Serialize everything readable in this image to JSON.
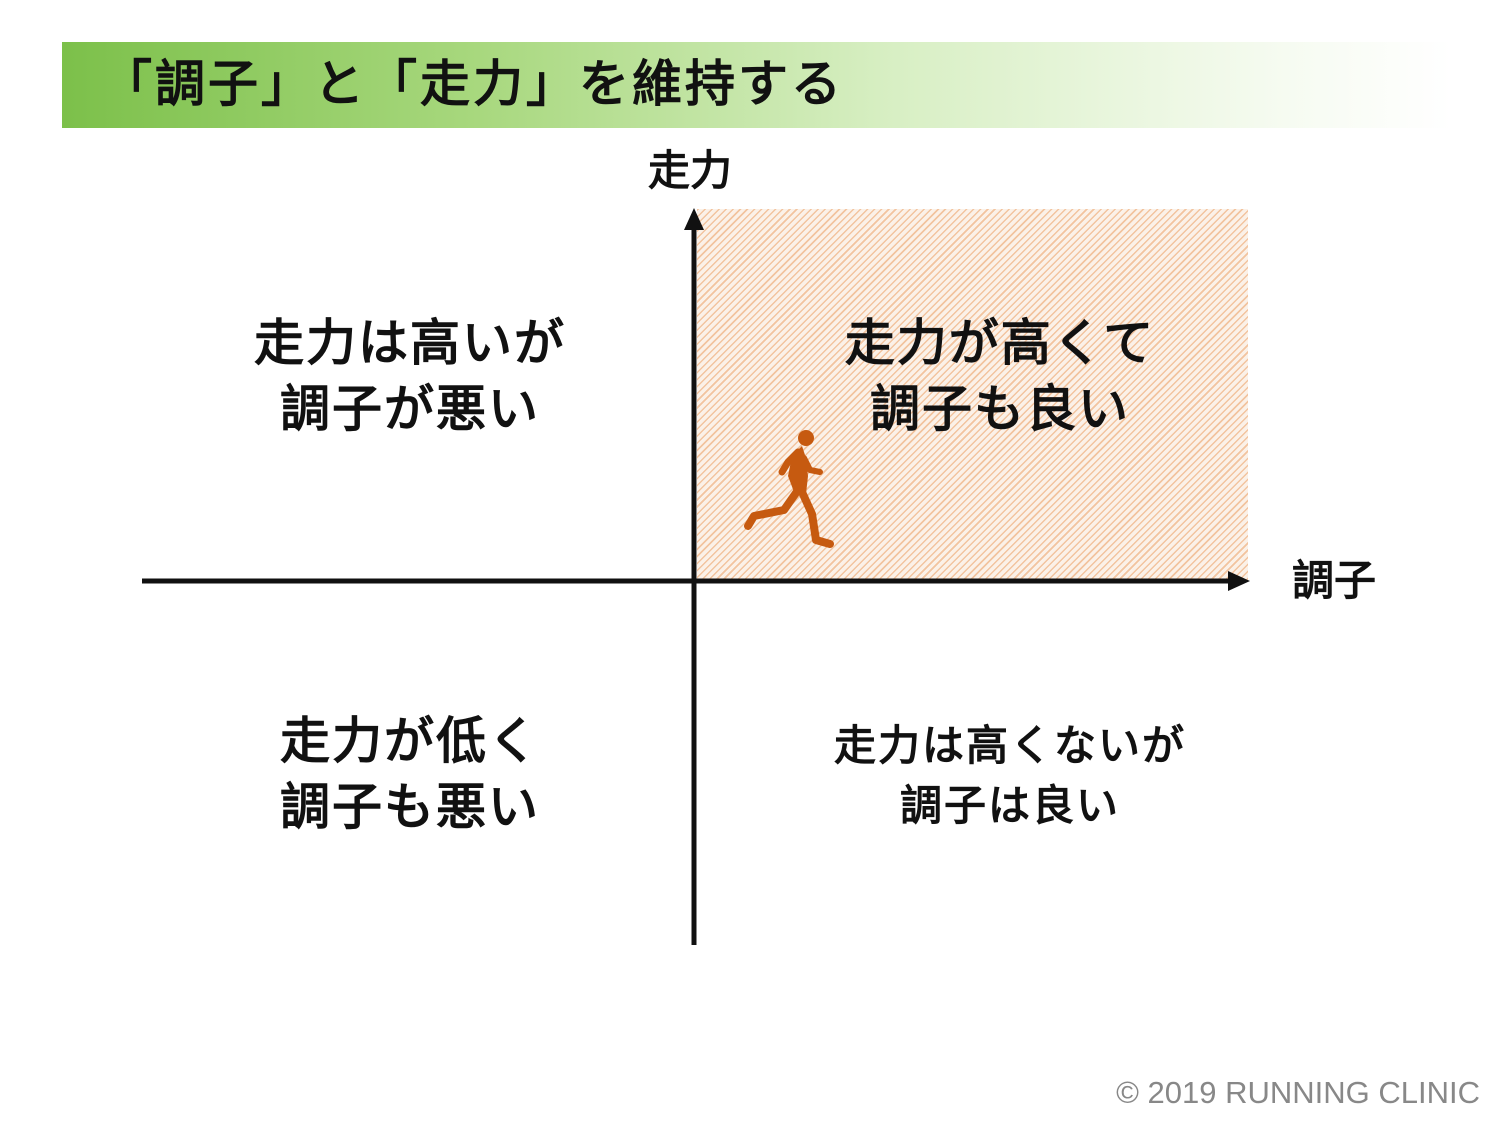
{
  "title": "「調子」と「走力」を維持する",
  "axes": {
    "y_label": "走力",
    "x_label": "調子"
  },
  "quadrants": {
    "top_left": {
      "line1": "走力は高いが",
      "line2": "調子が悪い"
    },
    "top_right": {
      "line1": "走力が高くて",
      "line2": "調子も良い"
    },
    "bottom_left": {
      "line1": "走力が低く",
      "line2": "調子も悪い"
    },
    "bottom_right": {
      "line1": "走力は高くないが",
      "line2": "調子は良い"
    }
  },
  "highlight": {
    "quadrant": "top_right",
    "color": "#e8894a",
    "runner_color": "#c65a10"
  },
  "icons": {
    "runner": "runner-icon"
  },
  "copyright": "© 2019 RUNNING CLINIC"
}
